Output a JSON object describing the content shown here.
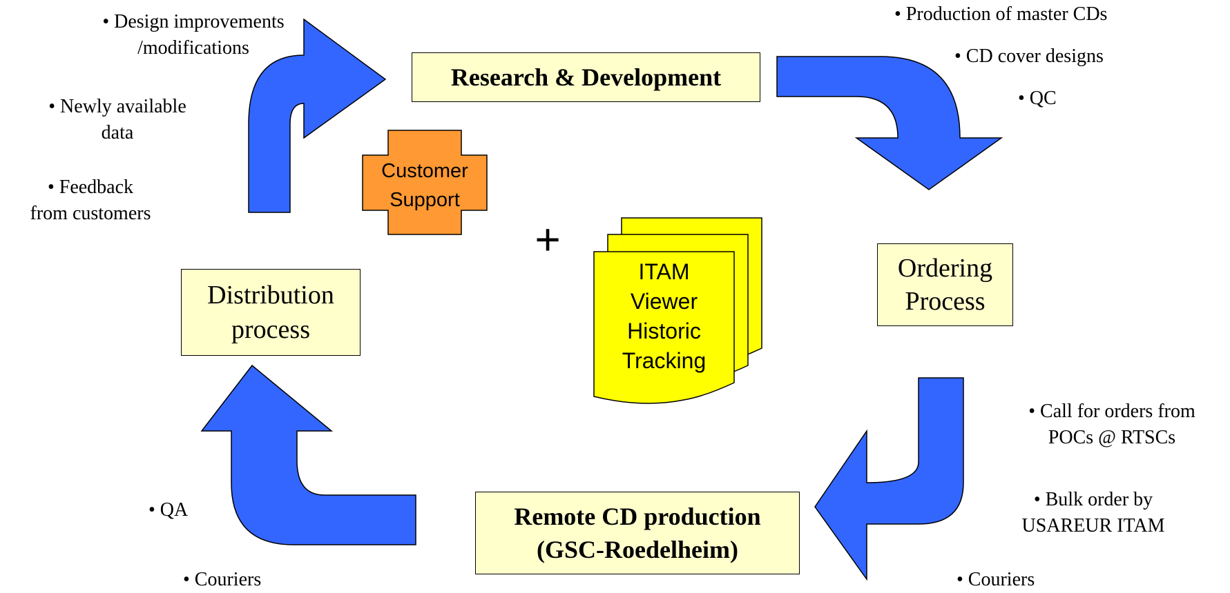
{
  "colors": {
    "arrow_fill": "#3366ff",
    "box_fill": "#ffffcc",
    "cross_fill": "#ff9933",
    "document_fill": "#ffff00"
  },
  "boxes": {
    "research": "Research & Development",
    "ordering": "Ordering\nProcess",
    "remote": "Remote CD production\n(GSC-Roedelheim)",
    "distribution": "Distribution\nprocess"
  },
  "customer_support": "Customer\nSupport",
  "plus_sign": "+",
  "document_stack": "ITAM\nViewer\nHistoric\nTracking",
  "icons": {
    "arrows": "curved-arrow-icon",
    "cross": "cross-shape-icon",
    "document": "document-stack-icon"
  },
  "notes": {
    "rd_inputs": [
      "• Design improvements\n/modifications",
      "• Newly available\ndata",
      "• Feedback\nfrom customers"
    ],
    "rd_outputs": [
      "• Production of master CDs",
      "• CD cover designs",
      "• QC"
    ],
    "ordering_outputs": [
      "• Call for orders from\nPOCs @ RTSCs",
      "• Bulk order by\nUSAREUR ITAM",
      "• Couriers"
    ],
    "remote_outputs": [
      "• QA",
      "• Couriers"
    ]
  }
}
